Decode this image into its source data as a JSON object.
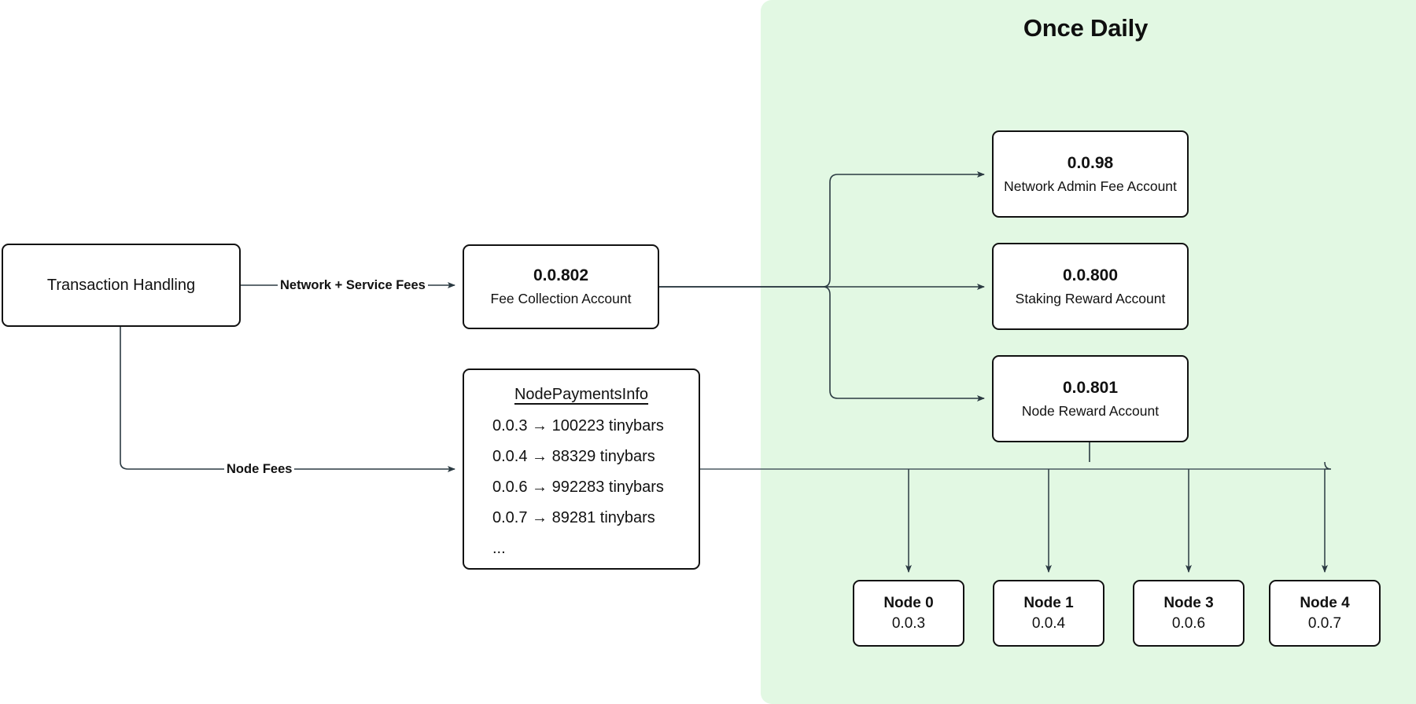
{
  "panel": {
    "title": "Once Daily",
    "bg_color": "#e2f8e3"
  },
  "nodes": {
    "transaction_handling": {
      "label": "Transaction Handling"
    },
    "fee_collection": {
      "id": "0.0.802",
      "name": "Fee Collection Account"
    },
    "network_admin": {
      "id": "0.0.98",
      "name": "Network Admin Fee Account"
    },
    "staking_reward": {
      "id": "0.0.800",
      "name": "Staking Reward Account"
    },
    "node_reward": {
      "id": "0.0.801",
      "name": "Node Reward Account"
    }
  },
  "node_payments_info": {
    "title": "NodePaymentsInfo",
    "lines": [
      "0.0.3 → 100223 tinybars",
      "0.0.4 → 88329 tinybars",
      "0.0.6 → 992283 tinybars",
      "0.0.7 → 89281 tinybars",
      "..."
    ]
  },
  "node_boxes": [
    {
      "title": "Node 0",
      "account": "0.0.3"
    },
    {
      "title": "Node 1",
      "account": "0.0.4"
    },
    {
      "title": "Node 3",
      "account": "0.0.6"
    },
    {
      "title": "Node 4",
      "account": "0.0.7"
    }
  ],
  "edges": {
    "network_service_fees": "Network + Service Fees",
    "node_fees": "Node Fees"
  },
  "colors": {
    "stroke": "#111111",
    "box_fill": "#ffffff",
    "panel_green": "#e2f8e3",
    "arrow": "#2b3a42"
  }
}
